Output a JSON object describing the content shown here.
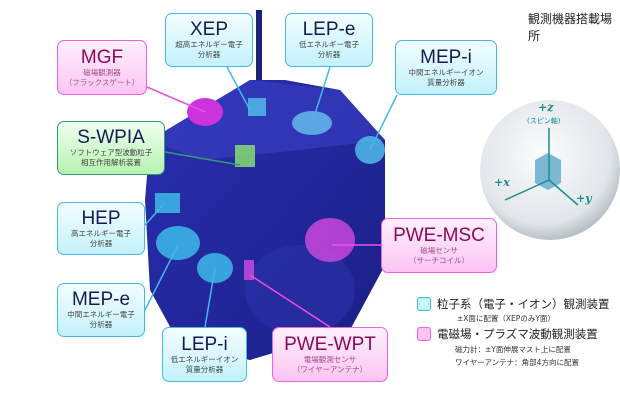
{
  "title": "観測機器搭載場所",
  "instruments": {
    "xep": {
      "name": "XEP",
      "desc1": "超高エネルギー電子",
      "desc2": "分析器"
    },
    "lepe": {
      "name": "LEP-e",
      "desc1": "低エネルギー電子",
      "desc2": "分析器"
    },
    "mgf": {
      "name": "MGF",
      "desc1": "磁場観測器",
      "desc2": "（フラックスゲート）"
    },
    "mepi": {
      "name": "MEP-i",
      "desc1": "中間エネルギーイオン",
      "desc2": "質量分析器"
    },
    "swpia": {
      "name": "S-WPIA",
      "desc1": "ソフトウェア型波動粒子",
      "desc2": "相互作用解析装置"
    },
    "hep": {
      "name": "HEP",
      "desc1": "高エネルギー電子",
      "desc2": "分析器"
    },
    "pwemsc": {
      "name": "PWE-MSC",
      "desc1": "磁場センサ",
      "desc2": "（サーチコイル）"
    },
    "mepe": {
      "name": "MEP-e",
      "desc1": "中間エネルギー電子",
      "desc2": "分析器"
    },
    "lepi": {
      "name": "LEP-i",
      "desc1": "低エネルギーイオン",
      "desc2": "質量分析器"
    },
    "pwewpt": {
      "name": "PWE-WPT",
      "desc1": "電場観測センサ",
      "desc2": "（ワイヤーアンテナ）"
    }
  },
  "axes": {
    "z": "+z",
    "z_note": "(スピン軸)",
    "x": "+x",
    "y": "+y"
  },
  "legend": [
    {
      "label": "粒子系（電子・イオン）観測装置",
      "notes": [
        "±X面に配置（XEPのみY面）"
      ],
      "color": "#c8f4fb"
    },
    {
      "label": "電磁場・プラズマ波動観測装置",
      "notes": [
        "磁力計：±Y面伸展マスト上に配置",
        "ワイヤーアンテナ：角部4方向に配置"
      ],
      "color": "#fbc4f3"
    }
  ]
}
